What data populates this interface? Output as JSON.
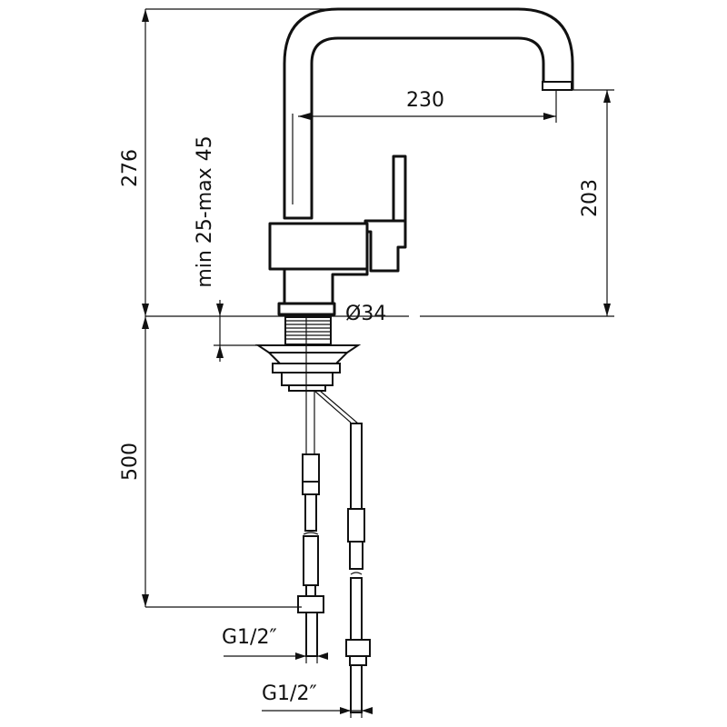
{
  "drawing": {
    "dimensions": {
      "total_height": "276",
      "spout_reach": "230",
      "spout_height": "203",
      "deck_thickness": "min 25-max 45",
      "mount_diameter": "Ø34",
      "hose_length": "500",
      "connection_left": "G1/2″",
      "connection_right": "G1/2″"
    },
    "line_color": "#111111",
    "background": "#ffffff"
  }
}
